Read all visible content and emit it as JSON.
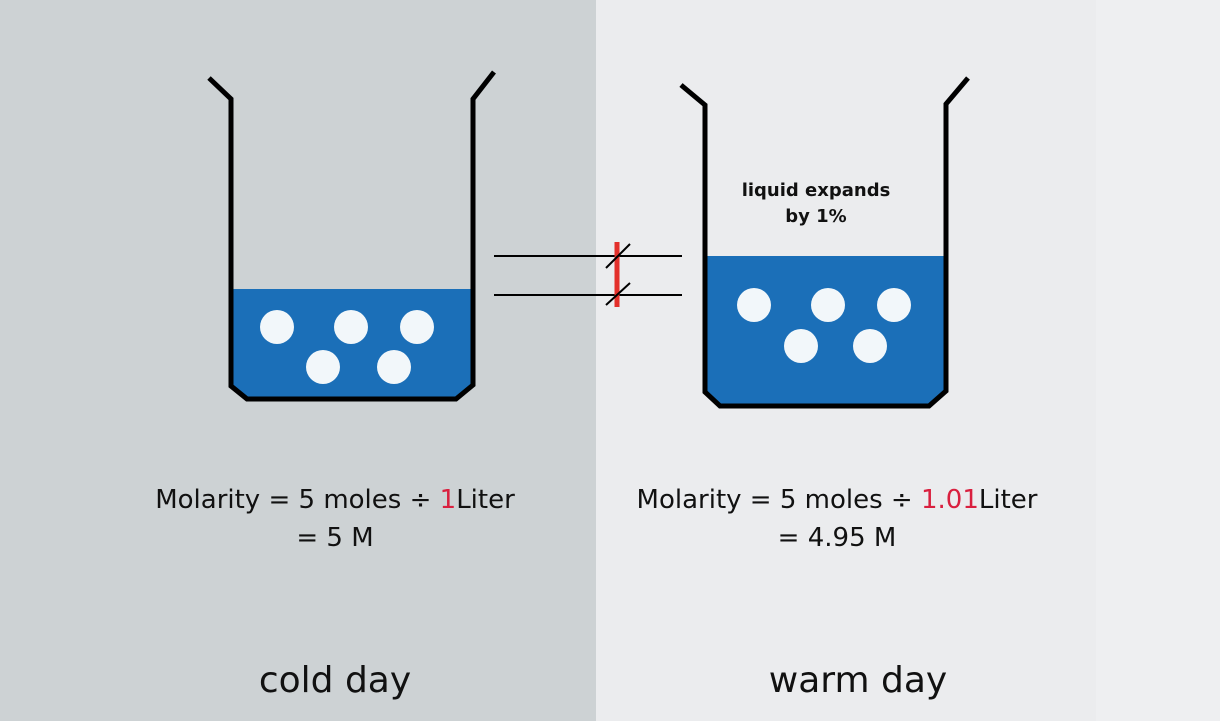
{
  "note": {
    "line1": "liquid expands",
    "line2": "by 1%"
  },
  "cold": {
    "equation_prefix": "Molarity = 5 moles ÷ ",
    "equation_highlight": "1",
    "equation_suffix": "Liter",
    "result": "= 5 M",
    "label": "cold day"
  },
  "warm": {
    "equation_prefix": "Molarity = 5 moles ÷ ",
    "equation_highlight": "1.01",
    "equation_suffix": "Liter",
    "result": "= 4.95 M",
    "label": "warm day"
  },
  "colors": {
    "cold_background": "#cdd2d4",
    "warm_background": "#ebecee",
    "liquid": "#1b6fb8",
    "solute": "#f2f7fa",
    "highlight": "#d9203f",
    "marker": "#e3302b"
  }
}
